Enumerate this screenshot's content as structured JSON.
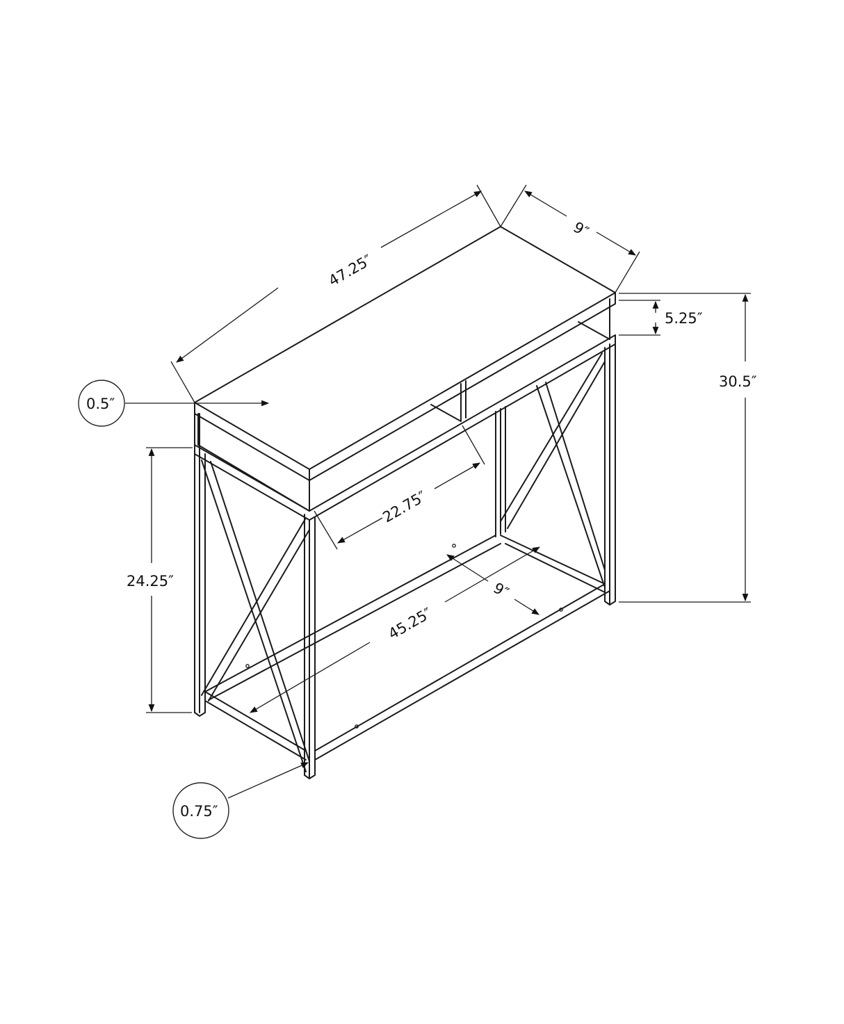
{
  "diagram": {
    "subject": "Console table with X-frame sides, open top storage cubby and lower shelf",
    "units": "inches",
    "dimensions": {
      "overall_width": "47.25″",
      "overall_depth": "9″",
      "top_cubby_height": "5.25″",
      "overall_height": "30.5″",
      "top_thickness": "0.5″",
      "cubby_width": "22.75″",
      "lower_opening_height": "24.25″",
      "shelf_width": "45.25″",
      "shelf_depth": "9″",
      "leg_thickness": "0.75″"
    },
    "colors": {
      "line": "#1a1a1a",
      "background": "#ffffff"
    }
  }
}
